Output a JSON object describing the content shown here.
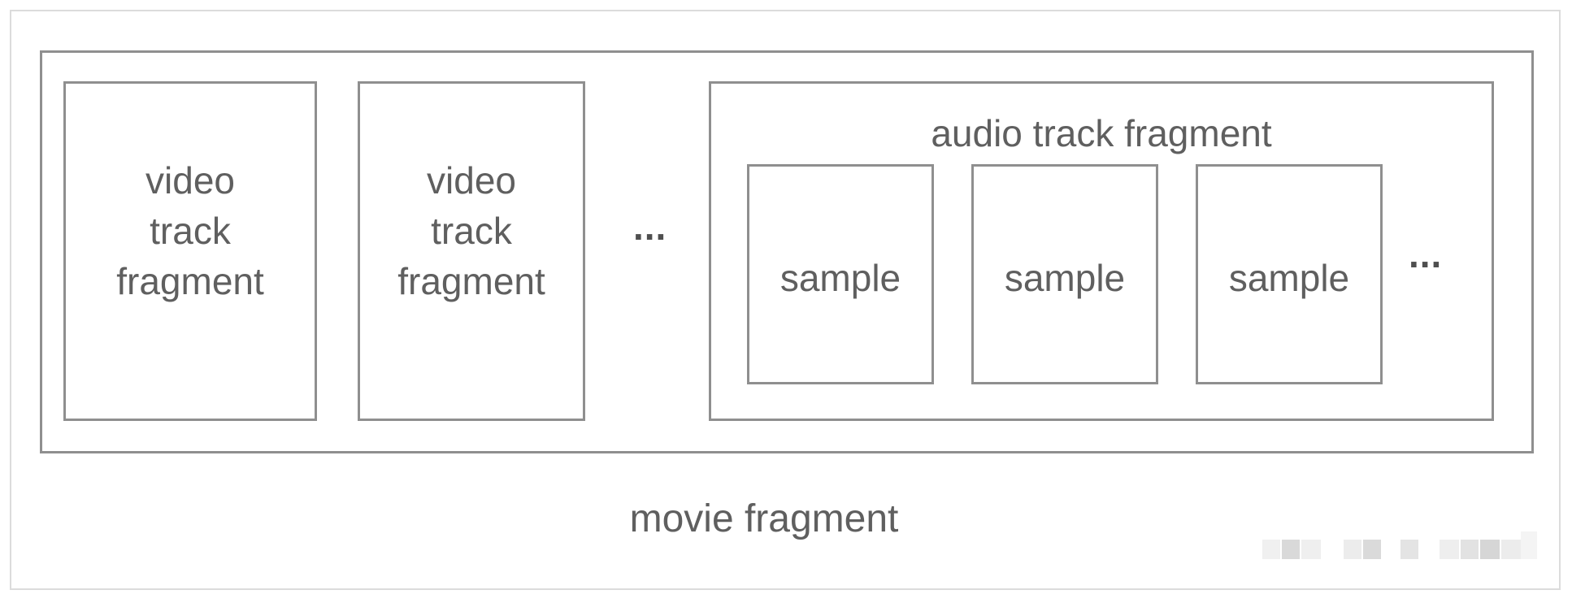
{
  "diagram": {
    "movie_fragment": {
      "label": "movie fragment"
    },
    "video_track_fragments": [
      {
        "lines": [
          "video",
          "track",
          "fragment"
        ]
      },
      {
        "lines": [
          "video",
          "track",
          "fragment"
        ]
      }
    ],
    "ellipsis_between": "...",
    "audio_track_fragment": {
      "label": "audio track fragment",
      "samples": [
        {
          "label": "sample"
        },
        {
          "label": "sample"
        },
        {
          "label": "sample"
        }
      ],
      "ellipsis": "..."
    }
  }
}
